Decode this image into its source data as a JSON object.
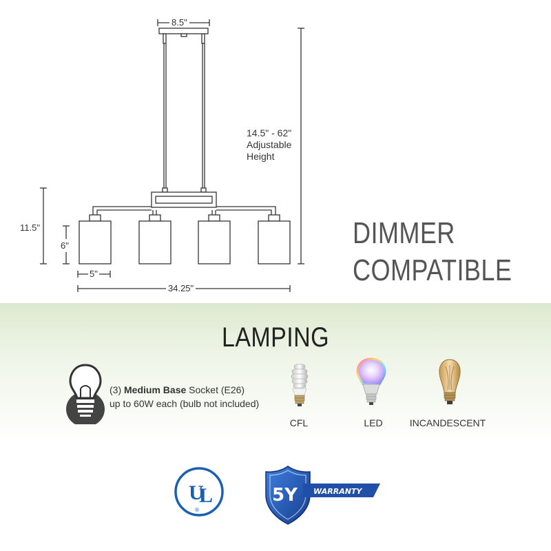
{
  "dimensions": {
    "canopy_width": "8.5\"",
    "total_height": "11.5\"",
    "shade_height": "6\"",
    "shade_width": "5\"",
    "total_width": "34.25\"",
    "adjustable_height": [
      "14.5\" - 62\"",
      "Adjustable",
      "Height"
    ]
  },
  "dimmer": {
    "line1": "DIMMER",
    "line2": "COMPATIBLE"
  },
  "lamping": {
    "title": "LAMPING",
    "socket_count": "(3)",
    "socket_base": "Medium Base",
    "socket_rest": "Socket (E26)",
    "wattage": "up to 60W each (bulb not included)",
    "bulbs": [
      {
        "label": "CFL",
        "icon": "cfl-bulb-icon"
      },
      {
        "label": "LED",
        "icon": "led-bulb-icon"
      },
      {
        "label": "INCANDESCENT",
        "icon": "incandescent-bulb-icon"
      }
    ]
  },
  "badges": {
    "ul_letters": "UL",
    "ul_mark": "®",
    "warranty_years": "5Y",
    "warranty_text": "WARRANTY"
  },
  "colors": {
    "line": "#333333",
    "ul_blue": "#1a5fb4",
    "shield_blue": "#1f4fa8",
    "band_green": "#dde9cf"
  }
}
